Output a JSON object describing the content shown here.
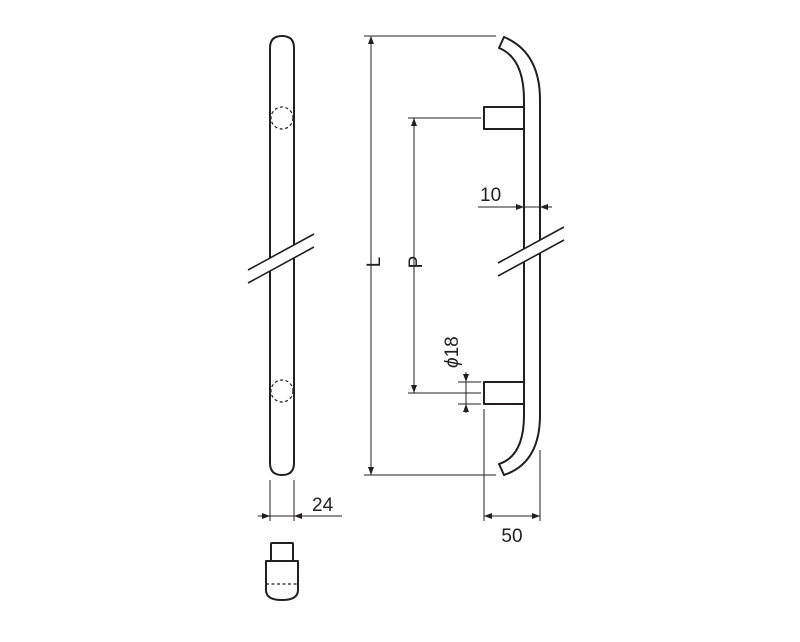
{
  "dimensions": {
    "length": "L",
    "pitch": "P",
    "bar_diameter": "18",
    "diameter_symbol": "ϕ",
    "post_width": "10",
    "front_width": "24",
    "projection": "50"
  },
  "colors": {
    "line": "#231f20",
    "background": "#ffffff"
  }
}
